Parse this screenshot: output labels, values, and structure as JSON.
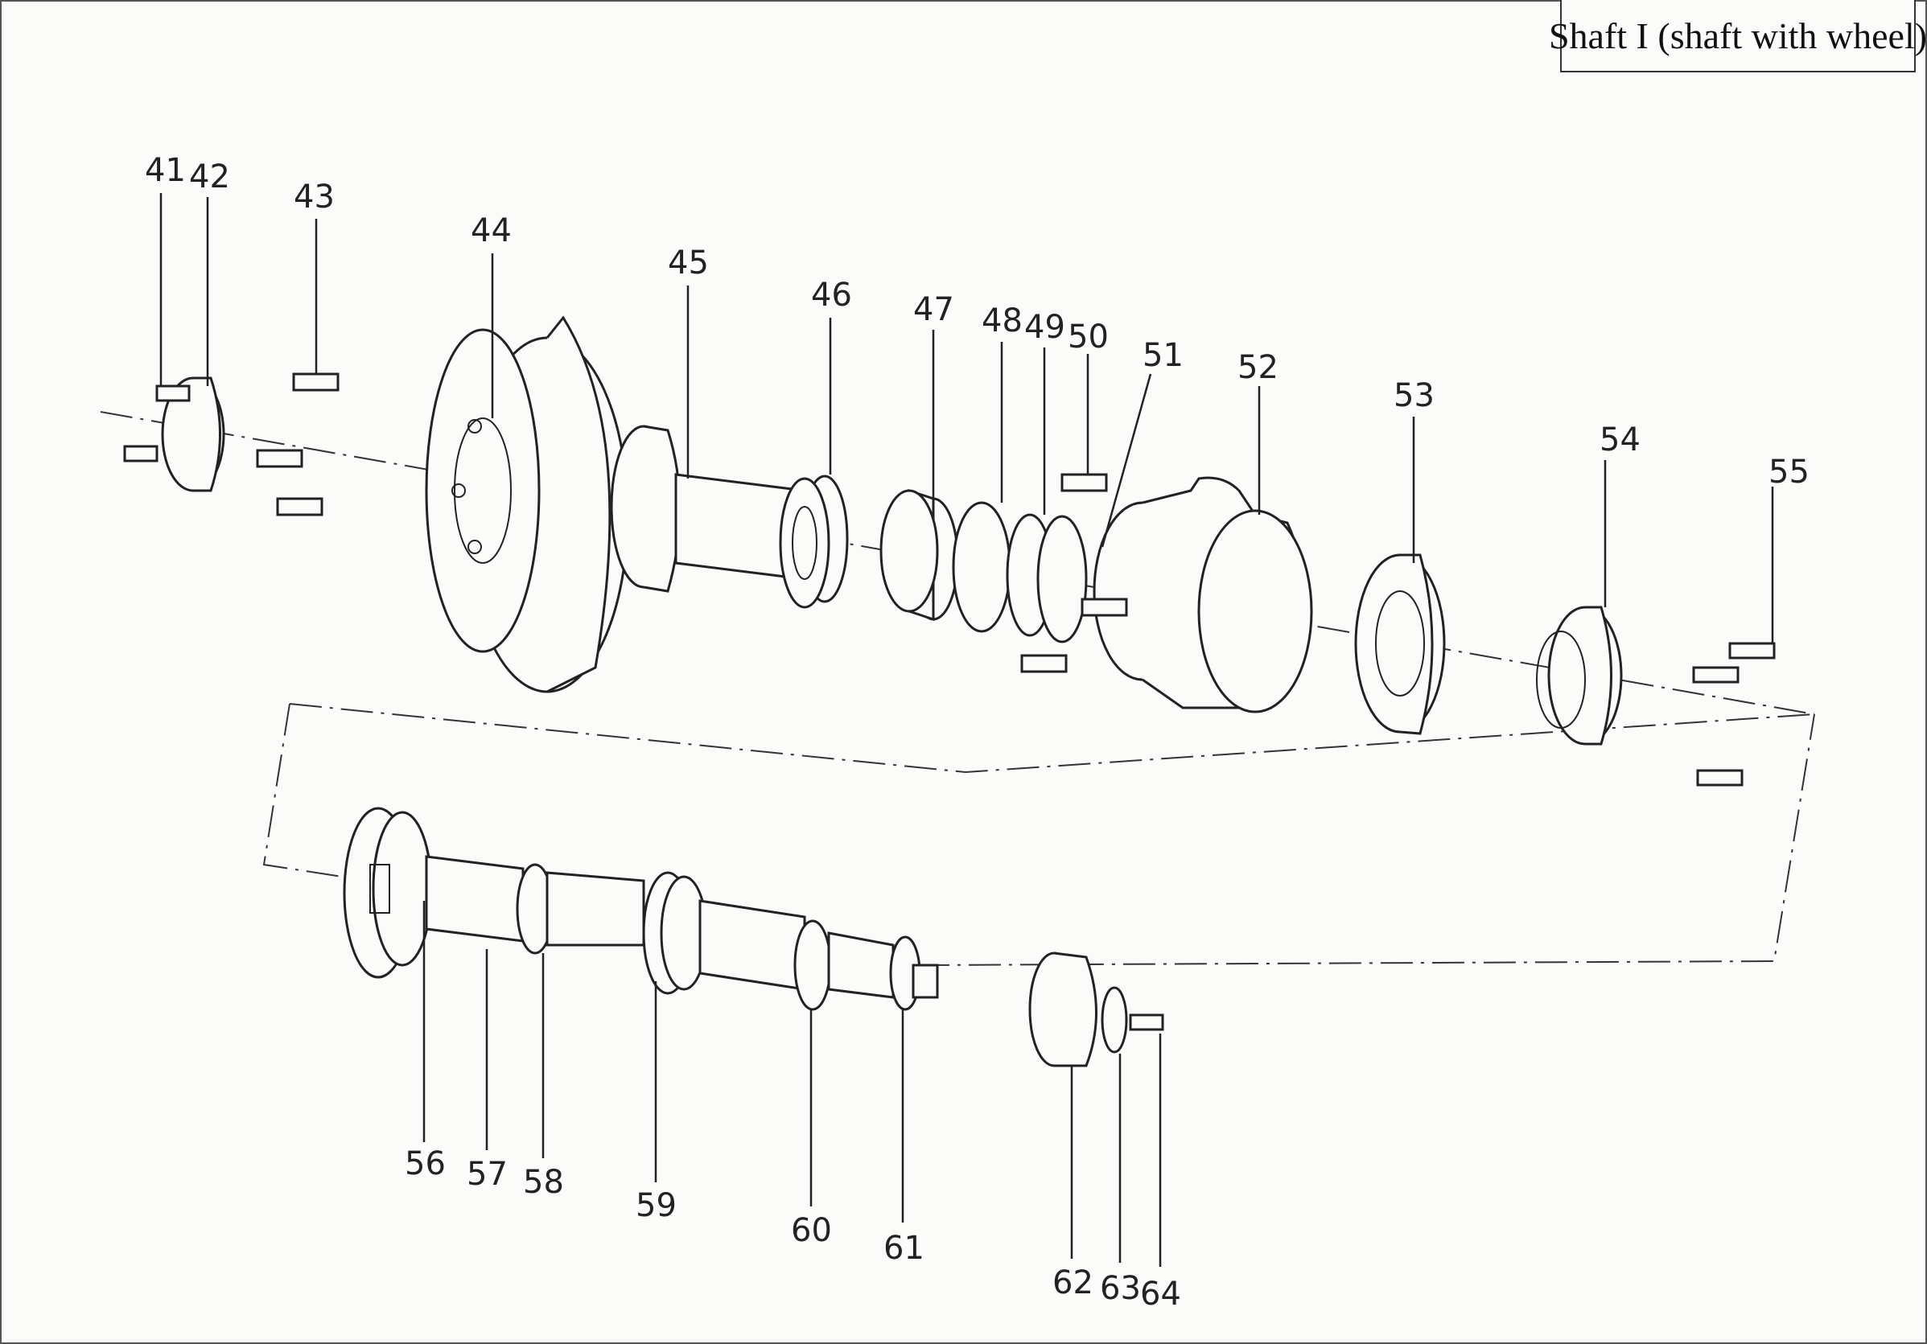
{
  "title": "Shaft I (shaft with wheel)",
  "callouts": [
    "41",
    "42",
    "43",
    "44",
    "45",
    "46",
    "47",
    "48",
    "49",
    "50",
    "51",
    "52",
    "53",
    "54",
    "55",
    "56",
    "57",
    "58",
    "59",
    "60",
    "61",
    "62",
    "63",
    "64"
  ]
}
